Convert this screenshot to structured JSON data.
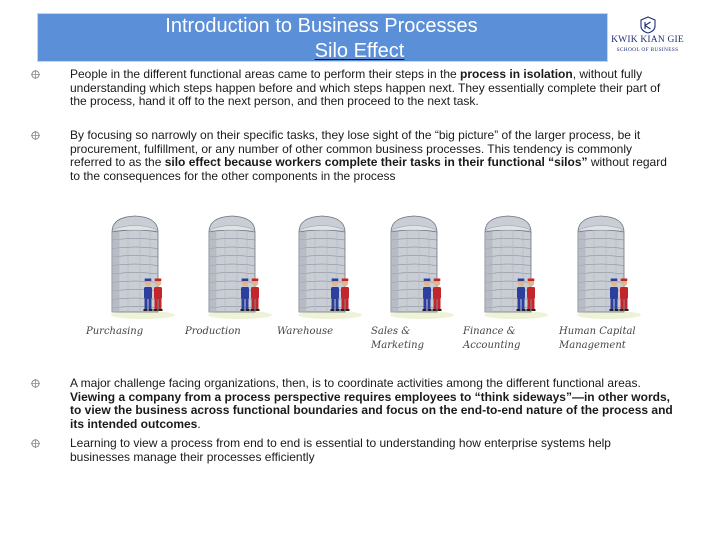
{
  "header": {
    "title_line1": "Introduction to Business Processes",
    "title_line2": "Silo Effect"
  },
  "logo": {
    "name": "KWIK KIAN GIE",
    "subtitle": "SCHOOL OF BUSINESS"
  },
  "bullets": [
    {
      "runs": [
        {
          "text": "People in the different functional areas came to perform their steps in the ",
          "bold": false
        },
        {
          "text": "process in isolation",
          "bold": true
        },
        {
          "text": ", without fully understanding which steps happen before and which steps happen next. They essentially complete their part of the process, hand it off to the next person, and then proceed to the next task.",
          "bold": false
        }
      ]
    },
    {
      "runs": [
        {
          "text": "By focusing so narrowly on their specific tasks, they lose sight of the “big picture” of the larger process, be it procurement, fulfillment, or any number of other common business processes. This tendency is commonly referred to as the ",
          "bold": false
        },
        {
          "text": "silo effect because workers complete their tasks in their functional “silos”",
          "bold": true
        },
        {
          "text": " without regard to the consequences for the other components in the process",
          "bold": false
        }
      ]
    },
    {
      "runs": [
        {
          "text": "A major challenge facing organizations, then, is to coordinate activities among the different functional areas. ",
          "bold": false
        },
        {
          "text": "Viewing a company from a process perspective requires employees to “think sideways”—in other words, to view the business across functional boundaries and focus on the end-to-end nature of the process and its intended outcomes",
          "bold": true
        },
        {
          "text": ".",
          "bold": false
        }
      ]
    },
    {
      "runs": [
        {
          "text": "Learning to view a process from end to end is essential to understanding how enterprise systems help businesses manage their processes efficiently",
          "bold": false
        }
      ]
    }
  ],
  "silos": [
    {
      "label": "Purchasing"
    },
    {
      "label": "Production"
    },
    {
      "label": "Warehouse"
    },
    {
      "label": "Sales &\nMarketing"
    },
    {
      "label": "Finance &\nAccounting"
    },
    {
      "label": "Human Capital\nManagement"
    }
  ],
  "colors": {
    "title_bar": "#5b8fd8",
    "logo_blue": "#1c2f78",
    "silo_body": "#c9cdd4",
    "worker_blue": "#2c3f9c",
    "worker_red": "#c0262c"
  }
}
